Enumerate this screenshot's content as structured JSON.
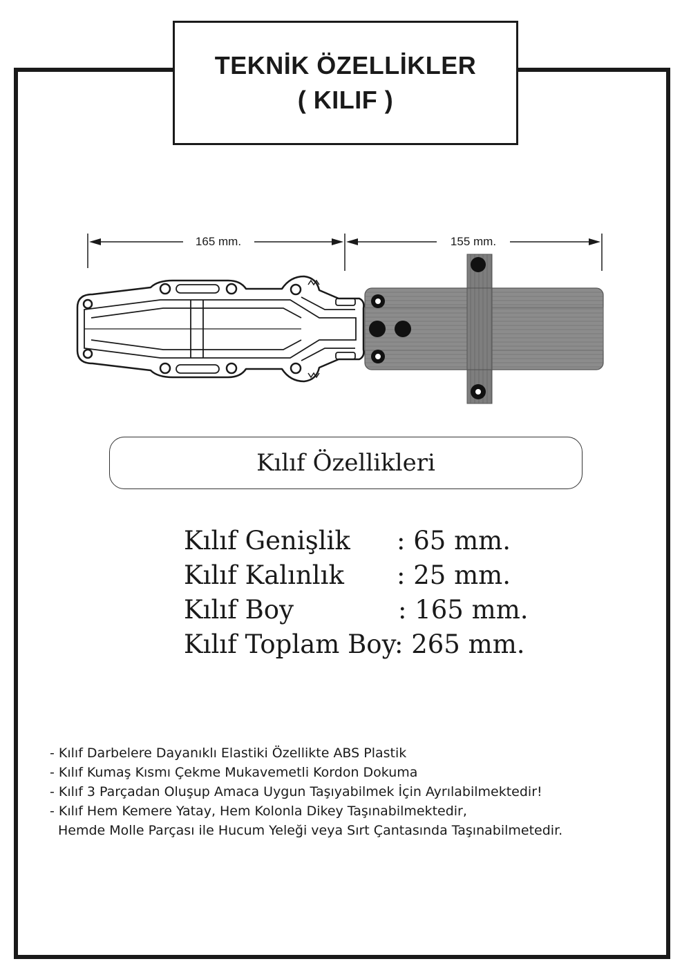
{
  "header": {
    "title_line1": "TEKNİK ÖZELLİKLER",
    "title_line2": "( KILIF )"
  },
  "diagram": {
    "dim_left": "165 mm.",
    "dim_right": "155 mm.",
    "colors": {
      "line": "#1a1a1a",
      "strap": "#8c8c8c",
      "strap_dark": "#6e6e6e"
    }
  },
  "section_title": "Kılıf Özellikleri",
  "specs": [
    {
      "label": "Kılıf Genişlik",
      "value": ":   65 mm."
    },
    {
      "label": "Kılıf Kalınlık",
      "value": ":   25 mm."
    },
    {
      "label": "Kılıf Boy",
      "value": ": 165 mm."
    },
    {
      "label": "Kılıf Toplam Boy",
      "value": ": 265 mm."
    }
  ],
  "notes": [
    "- Kılıf Darbelere Dayanıklı Elastiki Özellikte ABS Plastik",
    "- Kılıf Kumaş Kısmı Çekme Mukavemetli Kordon Dokuma",
    "- Kılıf 3 Parçadan Oluşup Amaca Uygun Taşıyabilmek İçin Ayrılabilmektedir!",
    "- Kılıf Hem Kemere Yatay, Hem Kolonla Dikey Taşınabilmektedir,",
    "  Hemde Molle Parçası ile Hucum Yeleği veya Sırt Çantasında Taşınabilmetedir."
  ]
}
